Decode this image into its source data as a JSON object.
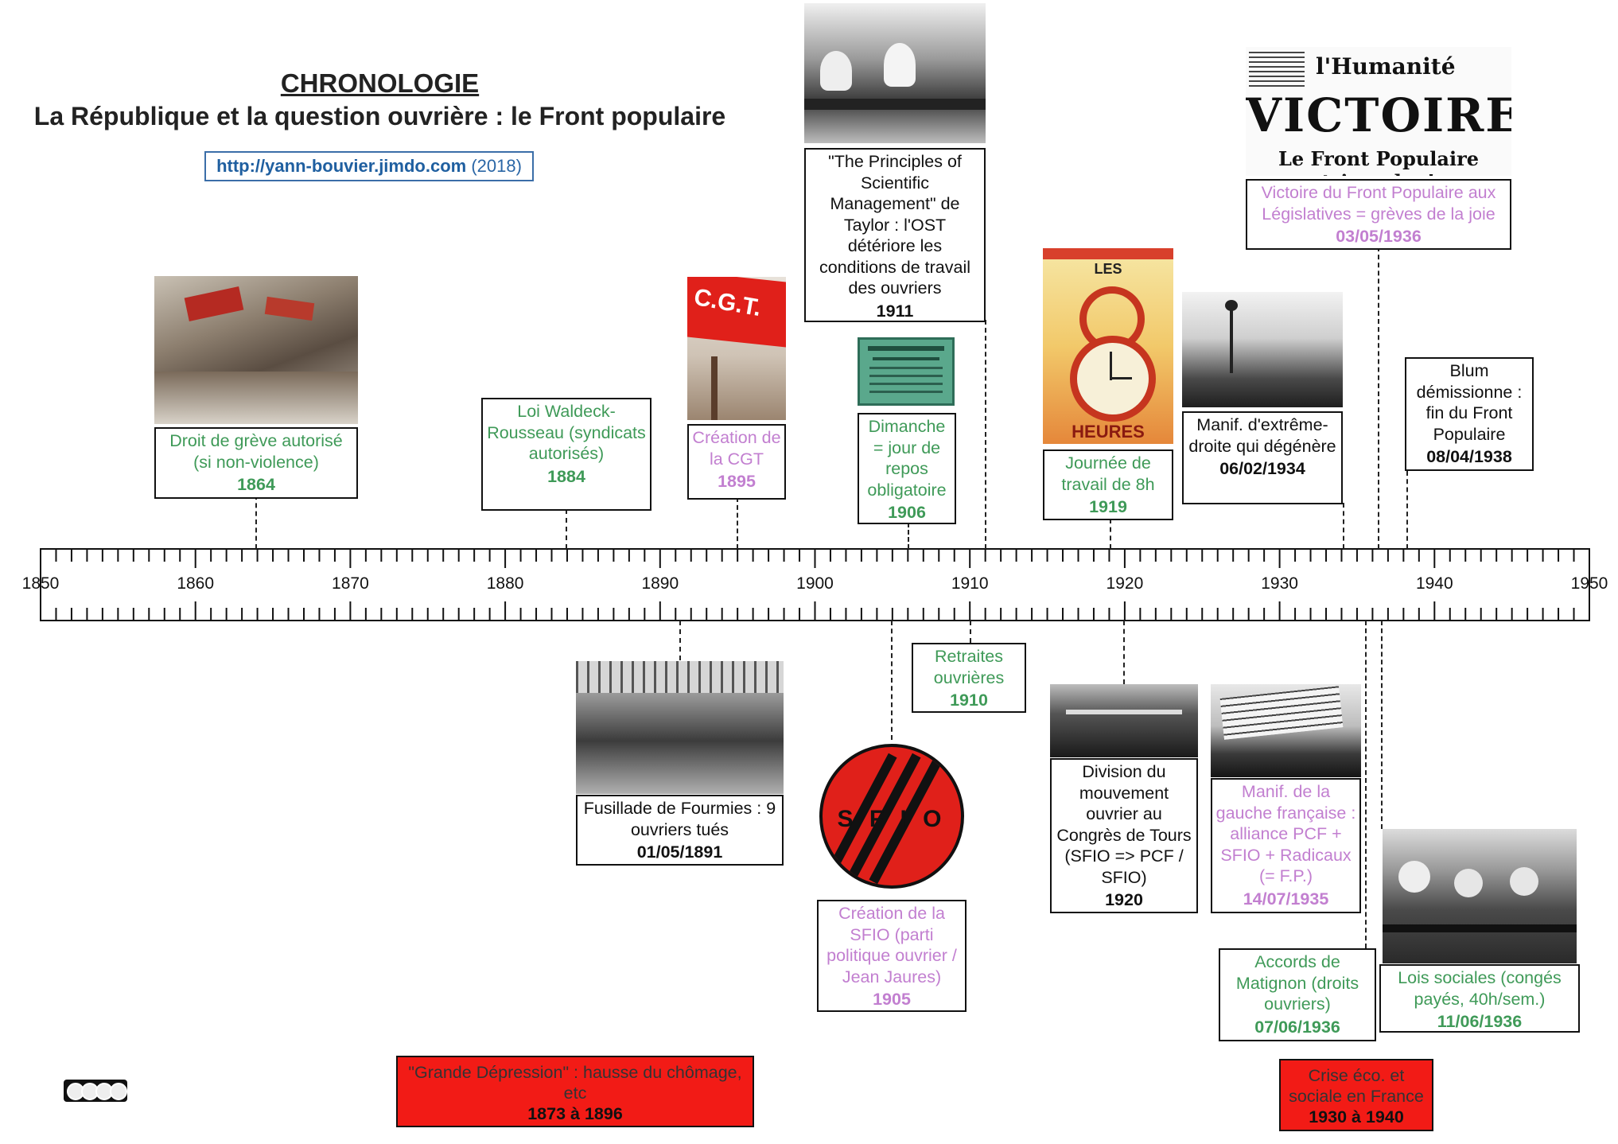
{
  "header": {
    "title": "CHRONOLOGIE",
    "subtitle": "La République et la question ouvrière : le Front populaire",
    "url": "http://yann-bouvier.jimdo.com",
    "year": "(2018)"
  },
  "axis": {
    "start": 1850,
    "end": 1950,
    "labels": [
      "1850",
      "1860",
      "1870",
      "1880",
      "1890",
      "1900",
      "1910",
      "1920",
      "1930",
      "1940",
      "1950"
    ]
  },
  "events_top": [
    {
      "text": "Droit de grève autorisé (si non-violence)",
      "date": "1864",
      "year": 1864,
      "color": "#3f9a58"
    },
    {
      "text": "Loi Waldeck-Rousseau (syndicats autorisés)",
      "date": "1884",
      "year": 1884,
      "color": "#3f9a58"
    },
    {
      "text": "Création de la CGT",
      "date": "1895",
      "year": 1895,
      "color": "#c27fd0"
    },
    {
      "text": "Dimanche = jour de repos obligatoire",
      "date": "1906",
      "year": 1906,
      "color": "#3f9a58"
    },
    {
      "text": "\"The Principles of Scientific Management\" de Taylor : l'OST détériore les conditions de travail des ouvriers",
      "date": "1911",
      "year": 1911,
      "color": "#111111"
    },
    {
      "text": "Journée de travail de 8h",
      "date": "1919",
      "year": 1919,
      "color": "#3f9a58"
    },
    {
      "text": "Manif. d'extrême-droite qui dégénère",
      "date": "06/02/1934",
      "year": 1934.1,
      "color": "#111111"
    },
    {
      "text": "Victoire du Front Populaire aux Législatives = grèves de la joie",
      "date": "03/05/1936",
      "year": 1936.35,
      "color": "#c27fd0"
    },
    {
      "text": "Blum démissionne : fin du Front Populaire",
      "date": "08/04/1938",
      "year": 1938.3,
      "color": "#111111"
    }
  ],
  "events_bottom": [
    {
      "text": "Fusillade de Fourmies : 9 ouvriers tués",
      "date": "01/05/1891",
      "year": 1891.3,
      "color": "#111111"
    },
    {
      "text": "Création de la SFIO (parti politique ouvrier / Jean Jaures)",
      "date": "1905",
      "year": 1905,
      "color": "#c27fd0"
    },
    {
      "text": "Retraites ouvrières",
      "date": "1910",
      "year": 1910,
      "color": "#3f9a58"
    },
    {
      "text": "Division du mouvement ouvrier au Congrès de Tours (SFIO => PCF / SFIO)",
      "date": "1920",
      "year": 1920,
      "color": "#111111"
    },
    {
      "text": "Manif. de la gauche française : alliance PCF + SFIO + Radicaux (= F.P.)",
      "date": "14/07/1935",
      "year": 1935.55,
      "color": "#c27fd0"
    },
    {
      "text": "Accords de Matignon (droits ouvriers)",
      "date": "07/06/1936",
      "year": 1936.45,
      "color": "#3f9a58"
    },
    {
      "text": "Lois sociales (congés payés, 40h/sem.)",
      "date": "11/06/1936",
      "year": 1936.5,
      "color": "#3f9a58"
    }
  ],
  "periods": [
    {
      "text": "\"Grande Dépression\" : hausse du chômage, etc",
      "date": "1873 à 1896"
    },
    {
      "text": "Crise éco. et sociale en France",
      "date": "1930 à 1940"
    }
  ],
  "images": {
    "cgt_flag": "C.G.T.",
    "sfio_logo": "S F I O",
    "poster_top": "LES",
    "poster_bottom": "HEURES",
    "newspaper_name": "l'Humanité",
    "newspaper_headline": "VICTOIRE!",
    "newspaper_sub": "Le Front Populaire triomphe !"
  },
  "colors": {
    "green": "#3f9a58",
    "purple": "#c27fd0",
    "red": "#f21b16"
  }
}
